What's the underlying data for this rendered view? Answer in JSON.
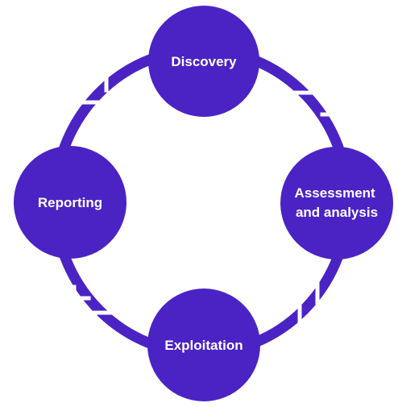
{
  "diagram": {
    "colors": {
      "ring": "#4b23c4",
      "node": "#4b23c4",
      "label": "#ffffff",
      "arrow": "#ffffff",
      "background": "#ffffff"
    },
    "nodes": {
      "discovery": {
        "label": "Discovery"
      },
      "assessment": {
        "line1": "Assessment",
        "line2": "and analysis"
      },
      "exploitation": {
        "label": "Exploitation"
      },
      "reporting": {
        "label": "Reporting"
      }
    }
  }
}
